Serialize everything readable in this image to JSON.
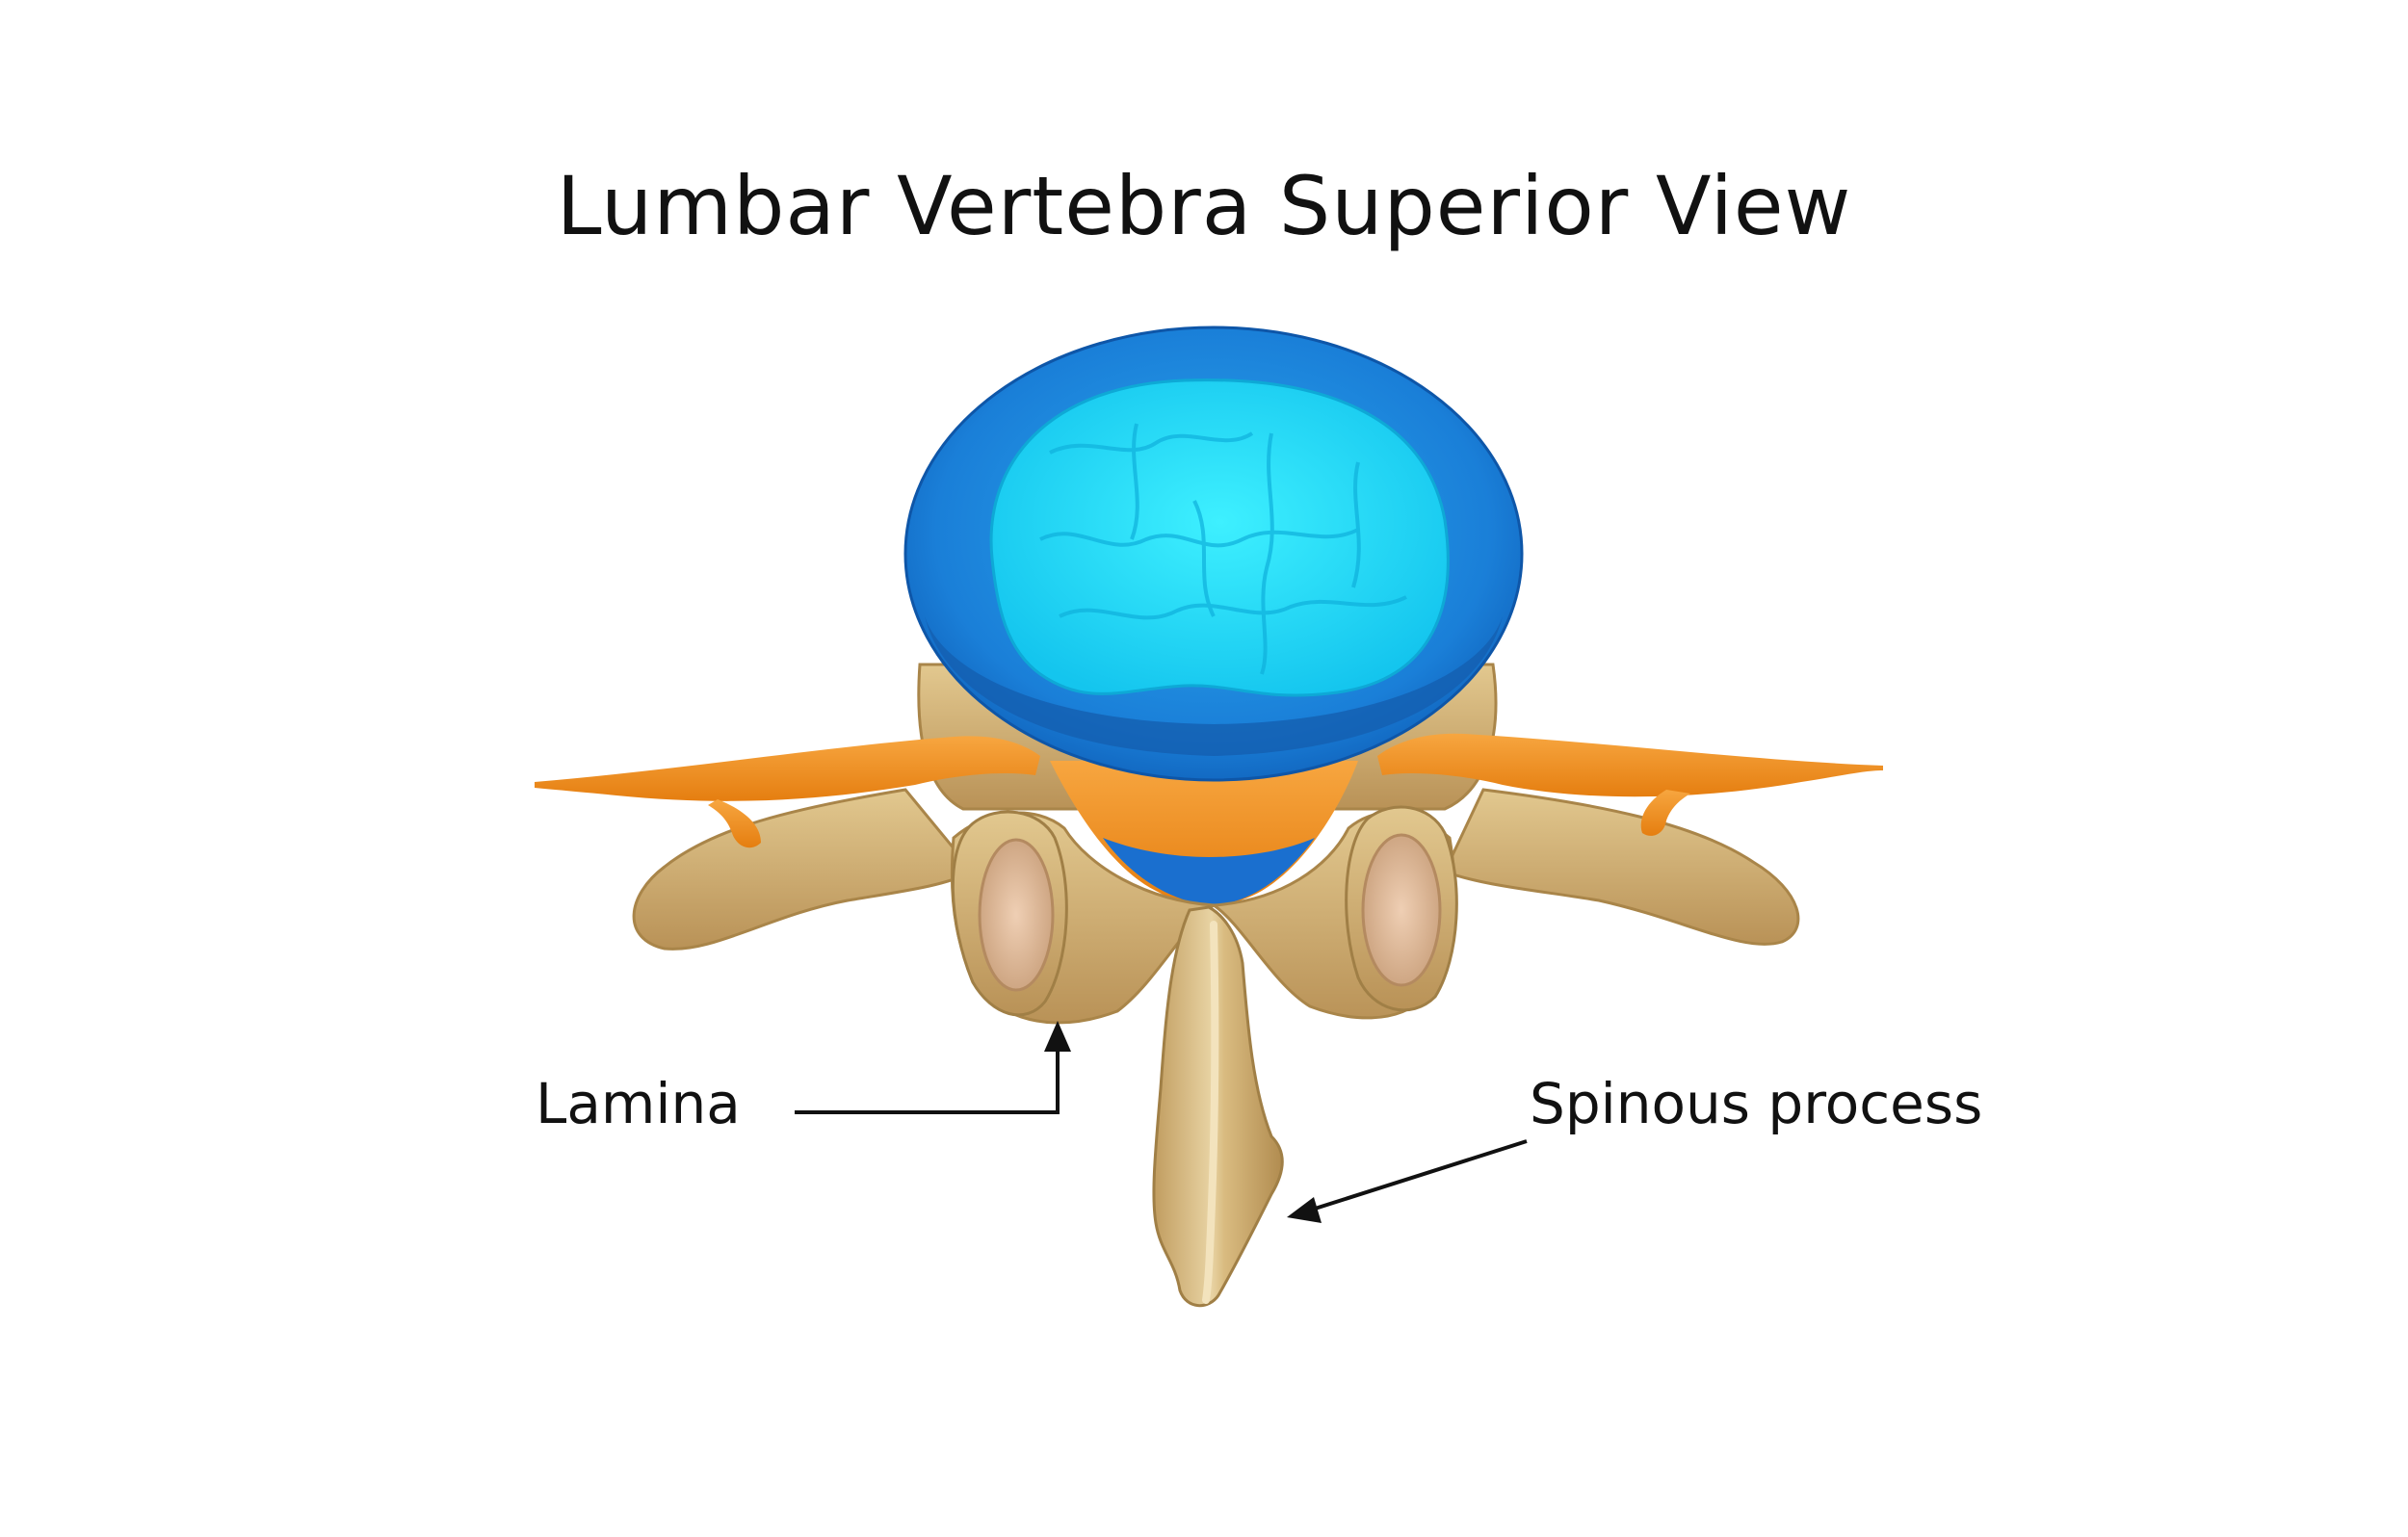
{
  "title": "Lumbar Vertebra Superior View",
  "labels": {
    "lamina": "Lamina",
    "spinous_process": "Spinous process"
  },
  "colors": {
    "bone": "#c9a669",
    "bone_dark": "#a07f46",
    "bone_light": "#e6cf9b",
    "disc_annulus": "#1e7fd6",
    "disc_nucleus": "#22d8f2",
    "nerve": "#f2901e",
    "facet": "#e2b89a",
    "arrow": "#111111"
  }
}
